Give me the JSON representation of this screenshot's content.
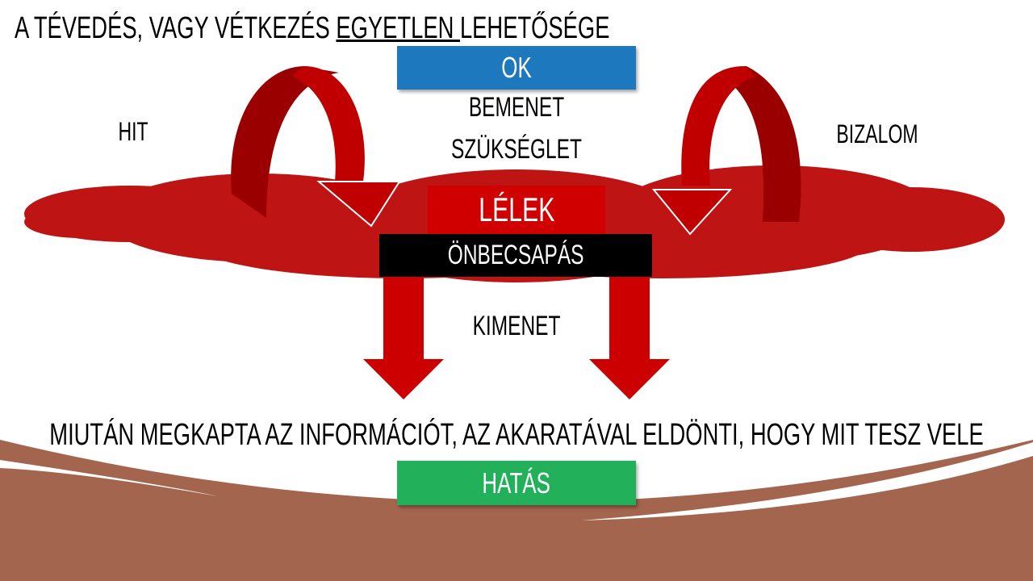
{
  "title": {
    "part1": "A TÉVEDÉS, VAGY  VÉTKEZÉS ",
    "underlined": "EGYETLEN ",
    "part2": " LEHETŐSÉGE"
  },
  "ok_label": "OK",
  "input_label_1": "BEMENET",
  "input_label_2": "SZÜKSÉGLET",
  "left_label": "HIT",
  "right_label": "BIZALOM",
  "soul_label": "LÉLEK",
  "self_deception_label": "ÖNBECSAPÁS",
  "output_label": "KIMENET",
  "bottom_sentence": "MIUTÁN MEGKAPTA  AZ INFORMÁCIÓT, AZ AKARATÁVAL ELDÖNTI, HOGY MIT  TESZ  VELE",
  "effect_label": "HATÁS",
  "colors": {
    "ok": "#1e78be",
    "effect": "#22b05a",
    "red": "#c00000",
    "dark_red": "#9a0000",
    "brown": "#a4654e"
  }
}
